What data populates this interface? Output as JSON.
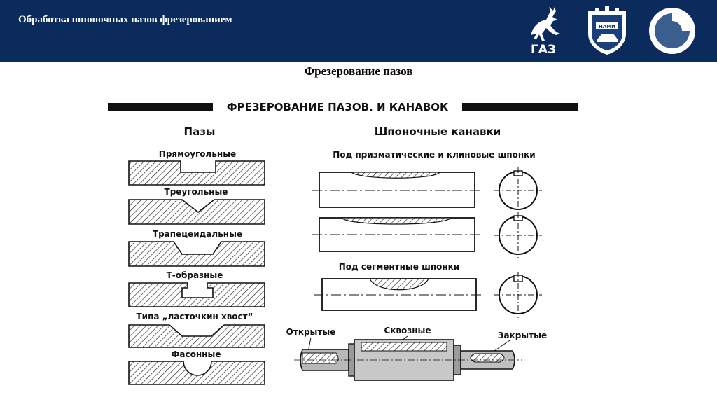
{
  "header": {
    "title": "Обработка шпоночных пазов фрезерованием",
    "background": "#0b2b5c",
    "logos": [
      {
        "icon": "gaz-deer-logo",
        "text": "ГАЗ"
      },
      {
        "icon": "nami-shield-logo",
        "text": "НАМИ"
      },
      {
        "icon": "circle-emblem-logo"
      }
    ]
  },
  "slide": {
    "subtitle": "Фрезерование пазов"
  },
  "figure": {
    "banner": "ФРЕЗЕРОВАНИЕ ПАЗОВ. И КАНАВОК",
    "left_heading": "Пазы",
    "right_heading": "Шпоночные канавки",
    "slot_types": [
      "Прямоугольные",
      "Треугольные",
      "Трапецеидальные",
      "Т-образные",
      "Типа „ласточкин хвост“",
      "Фасонные"
    ],
    "prismatic_caption": "Под призматические и клиновые шпонки",
    "segment_caption": "Под сегментные шпонки",
    "shaft_labels": {
      "open": "Открытые",
      "through": "Сквозные",
      "closed": "Закрытые"
    }
  }
}
